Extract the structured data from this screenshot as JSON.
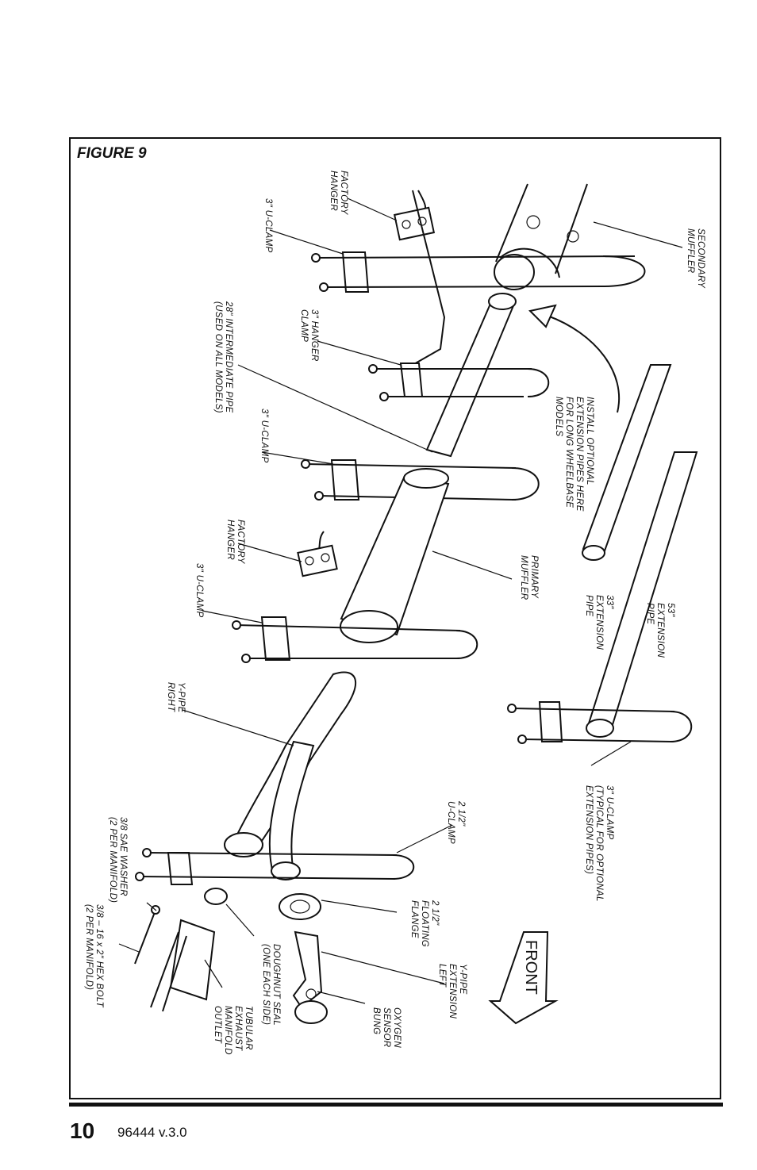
{
  "figure": {
    "title": "FIGURE 9",
    "labels": {
      "secondary_muffler": [
        "SECONDARY",
        "MUFFLER"
      ],
      "factory_hanger_top": [
        "FACTORY",
        "HANGER"
      ],
      "u_clamp_3_top": [
        "3\" U-CLAMP"
      ],
      "hanger_clamp_3": [
        "3\" HANGER",
        "CLAMP"
      ],
      "intermediate_pipe": [
        "28\" INTERMEDIATE PIPE",
        "(USED ON ALL MODELS)"
      ],
      "install_optional": [
        "INSTALL OPTIONAL",
        "EXTENSION PIPES HERE",
        "FOR LONG WHEELBASE",
        "MODELS"
      ],
      "u_clamp_3_mid": [
        "3\" U-CLAMP"
      ],
      "primary_muffler": [
        "PRIMARY",
        "MUFFLER"
      ],
      "factory_hanger_mid": [
        "FACTORY",
        "HANGER"
      ],
      "extension_33": [
        "33\"",
        "EXTENSION",
        "PIPE"
      ],
      "extension_53": [
        "53\"",
        "EXTENSION",
        "PIPE"
      ],
      "u_clamp_3_lower": [
        "3\" U-CLAMP"
      ],
      "y_pipe_right": [
        "Y-PIPE",
        "RIGHT"
      ],
      "u_clamp_typical": [
        "3\" U-CLAMP",
        "(TYPICAL FOR OPTIONAL",
        "EXTENSION PIPES)"
      ],
      "u_clamp_2_5": [
        "2 1/2\"",
        "U-CLAMP"
      ],
      "sae_washer": [
        "3/8 SAE WASHER",
        "(2 PER MANIFOLD)"
      ],
      "floating_flange": [
        "2 1/2\"",
        "FLOATING",
        "FLANGE"
      ],
      "hex_bolt": [
        "3/8 – 16 x 2\" HEX BOLT",
        "(2 PER MANIFOLD)"
      ],
      "doughnut_seal": [
        "DOUGHNUT SEAL",
        "(ONE EACH SIDE)"
      ],
      "y_pipe_extension_left": [
        "Y-PIPE",
        "EXTENSION",
        "LEFT"
      ],
      "manifold_outlet": [
        "TUBULAR",
        "EXHAUST",
        "MANIFOLD",
        "OUTLET"
      ],
      "oxygen_sensor": [
        "OXYGEN",
        "SENSOR",
        "BUNG"
      ],
      "front": [
        "FRONT"
      ]
    }
  },
  "footer": {
    "page_number": "10",
    "document_version": "96444 v.3.0"
  }
}
